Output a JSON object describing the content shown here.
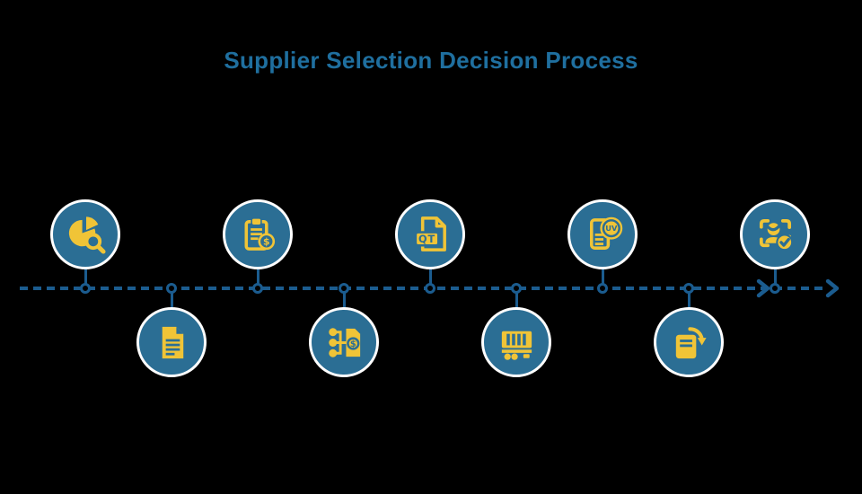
{
  "page": {
    "background": "#000000"
  },
  "title": {
    "text": "Supplier Selection Decision Process",
    "color": "#1F6F9F"
  },
  "colors": {
    "line_blue": "#1B5C8F",
    "circle_fill": "#2B6E94",
    "circle_ring": "#FFFFFF",
    "icon_yellow": "#F0C437",
    "title_color": "#1F6F9F"
  },
  "timeline": {
    "direction": "left-to-right",
    "style": "dashed-with-arrowheads",
    "steps": [
      {
        "id": 1,
        "position": "above",
        "icon": "pie-chart-magnifier-icon"
      },
      {
        "id": 2,
        "position": "below",
        "icon": "document-icon"
      },
      {
        "id": 3,
        "position": "above",
        "icon": "clipboard-dollar-icon"
      },
      {
        "id": 4,
        "position": "below",
        "icon": "flow-merge-price-document-icon"
      },
      {
        "id": 5,
        "position": "above",
        "icon": "quotation-file-icon",
        "badge_text": "QT"
      },
      {
        "id": 6,
        "position": "below",
        "icon": "cargo-container-icon"
      },
      {
        "id": 7,
        "position": "above",
        "icon": "uv-review-document-icon",
        "badge_text": "UV"
      },
      {
        "id": 8,
        "position": "below",
        "icon": "document-revision-arrow-icon"
      },
      {
        "id": 9,
        "position": "above",
        "icon": "supplier-approved-icon"
      }
    ]
  }
}
